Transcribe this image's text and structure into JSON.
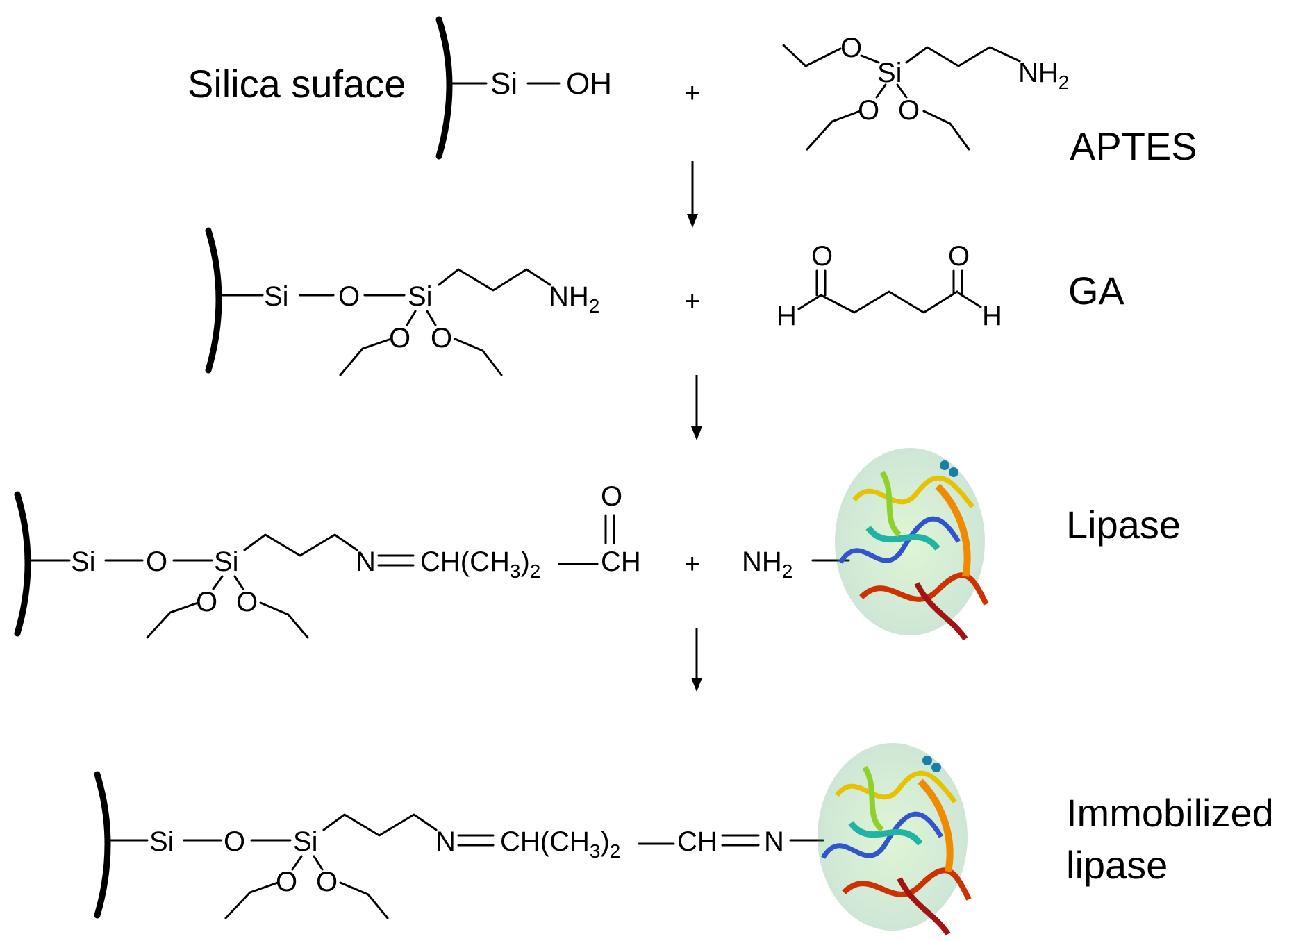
{
  "labels": {
    "silica_surface": "Silica suface",
    "aptes": "APTES",
    "ga": "GA",
    "lipase": "Lipase",
    "immobilized_line1": "Immobilized",
    "immobilized_line2": "lipase"
  },
  "atoms": {
    "si": "Si",
    "oh": "OH",
    "o": "O",
    "n": "N",
    "h": "H",
    "nh": "NH",
    "sub2": "2",
    "sub3": "3",
    "ch": "CH",
    "ch_open": "CH(CH",
    "close_paren": ")"
  },
  "operators": {
    "plus": "+"
  }
}
